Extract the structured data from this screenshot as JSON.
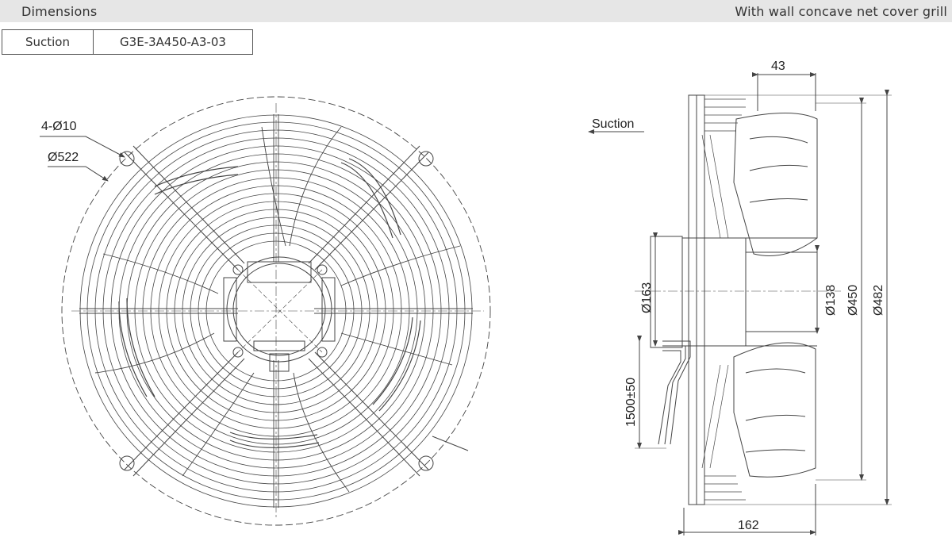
{
  "header": {
    "title": "Dimensions",
    "subtitle": "With wall concave net cover grill"
  },
  "table": {
    "label": "Suction",
    "model": "G3E-3A450-A3-03"
  },
  "front_view": {
    "hole_label": "4-Ø10",
    "grill_diameter_label": "Ø522"
  },
  "side_view": {
    "airflow_label": "Suction",
    "depth_top": "43",
    "depth_bottom": "162",
    "motor_diameter": "Ø163",
    "hub_diameter": "Ø138",
    "impeller_diameter": "Ø450",
    "guard_diameter": "Ø482",
    "cable_length": "1500±50"
  },
  "colors": {
    "line": "#444444",
    "header_bg": "#e6e6e6"
  }
}
